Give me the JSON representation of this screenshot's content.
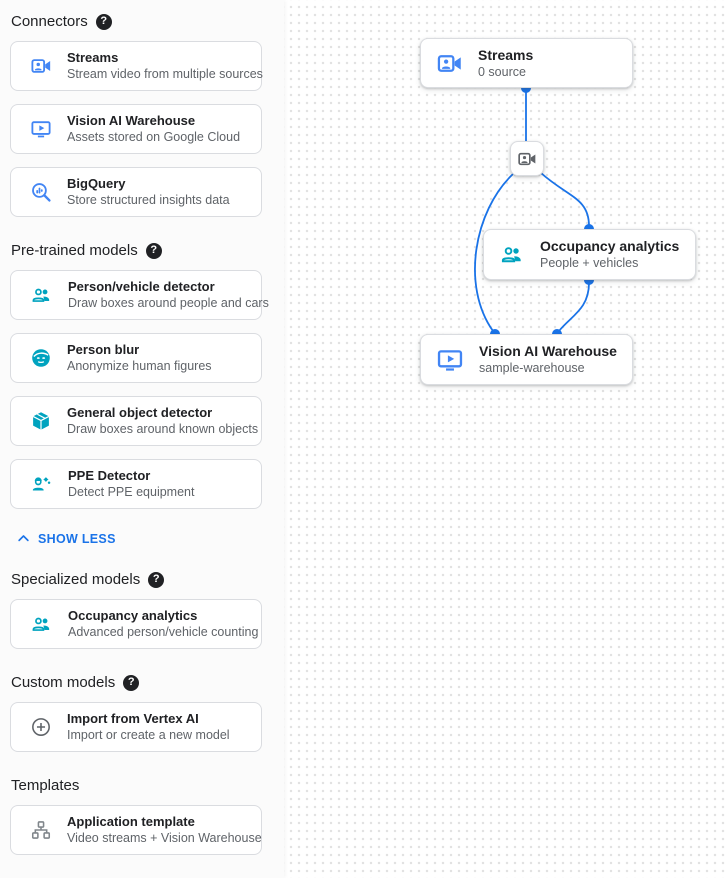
{
  "ui": {
    "help_glyph": "?"
  },
  "colors": {
    "blue": "#4285f4",
    "link": "#1a73e8",
    "teal": "#00a3bf",
    "gray": "#5f6368",
    "graylight": "#80868b"
  },
  "sidebar": {
    "sections": [
      {
        "title": "Connectors",
        "items": [
          {
            "title": "Streams",
            "subtitle": "Stream video from multiple sources",
            "icon": "video-camera-icon"
          },
          {
            "title": "Vision AI Warehouse",
            "subtitle": "Assets stored on Google Cloud",
            "icon": "monitor-play-icon"
          },
          {
            "title": "BigQuery",
            "subtitle": "Store structured insights data",
            "icon": "bigquery-magnifier-icon"
          }
        ]
      },
      {
        "title": "Pre-trained models",
        "items": [
          {
            "title": "Person/vehicle detector",
            "subtitle": "Draw boxes around people and cars",
            "icon": "people-icon"
          },
          {
            "title": "Person blur",
            "subtitle": "Anonymize human figures",
            "icon": "face-icon"
          },
          {
            "title": "General object detector",
            "subtitle": "Draw boxes around known objects",
            "icon": "cube-icon"
          },
          {
            "title": "PPE Detector",
            "subtitle": "Detect PPE equipment",
            "icon": "engineering-icon"
          }
        ]
      },
      {
        "title": "Specialized models",
        "items": [
          {
            "title": "Occupancy analytics",
            "subtitle": "Advanced person/vehicle counting",
            "icon": "people-icon"
          }
        ]
      },
      {
        "title": "Custom models",
        "items": [
          {
            "title": "Import from Vertex AI",
            "subtitle": "Import or create a new model",
            "icon": "plus-circle-icon"
          }
        ]
      },
      {
        "title": "Templates",
        "items": [
          {
            "title": "Application template",
            "subtitle": "Video streams + Vision Warehouse",
            "icon": "tree-icon"
          }
        ]
      }
    ],
    "show_less_label": "SHOW LESS"
  },
  "canvas": {
    "nodes": {
      "streams": {
        "title": "Streams",
        "subtitle": "0 source",
        "icon": "video-camera-icon"
      },
      "camera": {
        "icon": "video-camera-icon"
      },
      "occupancy": {
        "title": "Occupancy analytics",
        "subtitle": "People + vehicles",
        "icon": "people-icon"
      },
      "warehouse": {
        "title": "Vision AI Warehouse",
        "subtitle": "sample-warehouse",
        "icon": "monitor-play-icon"
      }
    }
  }
}
